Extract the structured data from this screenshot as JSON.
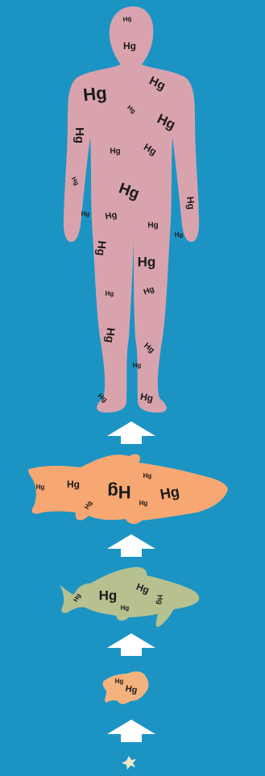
{
  "colors": {
    "background": "#1b94c4",
    "human": "#d9a3ad",
    "large_fish": "#f7a772",
    "medium_fish": "#b7c190",
    "small_fish": "#f3b27e",
    "plankton": "#f2e6c8",
    "arrow": "#ffffff"
  },
  "label": "Hg",
  "levels": [
    {
      "name": "human",
      "hg_count": 25
    },
    {
      "name": "large-fish",
      "hg_count": 7
    },
    {
      "name": "medium-fish",
      "hg_count": 5
    },
    {
      "name": "small-fish",
      "hg_count": 2
    },
    {
      "name": "plankton",
      "hg_count": 0
    }
  ],
  "arrows": 4
}
